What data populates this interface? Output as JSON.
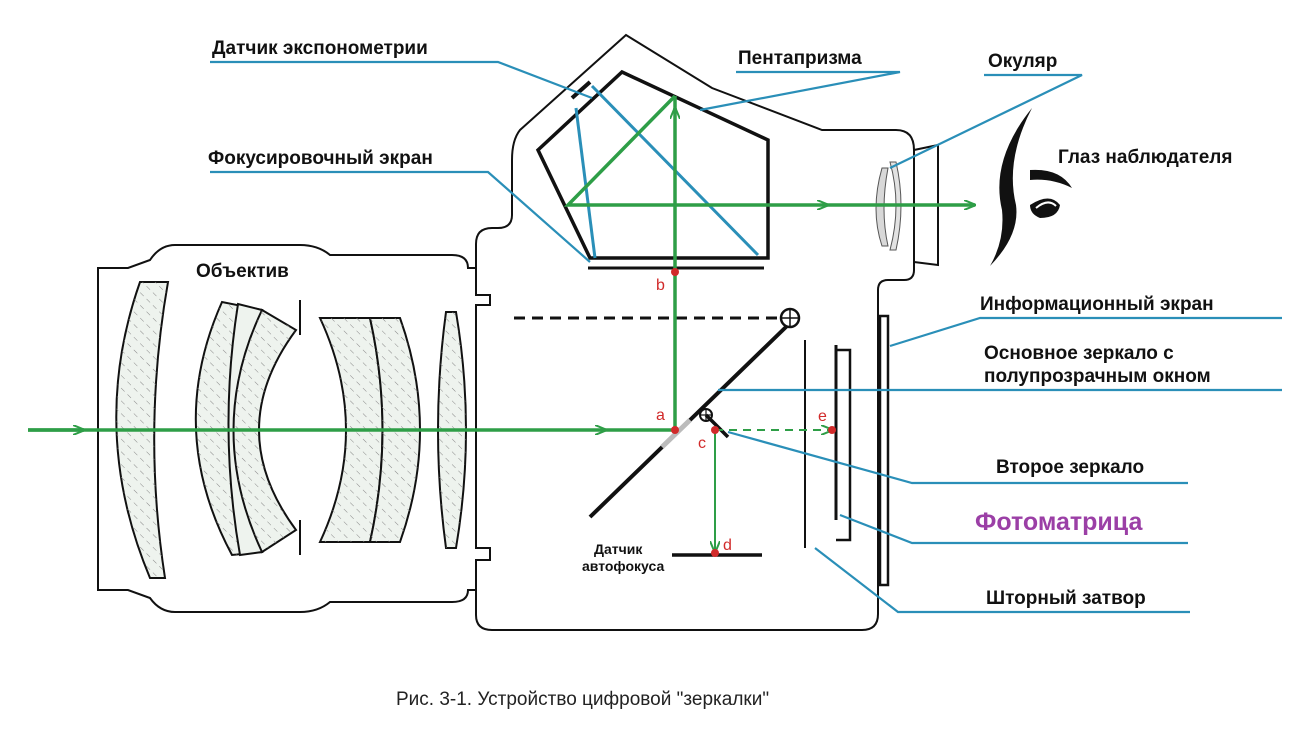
{
  "labels": {
    "meter_sensor": "Датчик экспонометрии",
    "pentaprism": "Пентапризма",
    "eyepiece": "Окуляр",
    "focus_screen": "Фокусировочный экран",
    "observer_eye": "Глаз наблюдателя",
    "lens": "Объектив",
    "info_screen": "Информационный экран",
    "main_mirror_line1": "Основное зеркало с",
    "main_mirror_line2": "полупрозрачным окном",
    "second_mirror": "Второе зеркало",
    "sensor": "Фотоматрица",
    "shutter": "Шторный затвор",
    "af_sensor_line1": "Датчик",
    "af_sensor_line2": "автофокуса"
  },
  "points": {
    "a": "a",
    "b": "b",
    "c": "c",
    "d": "d",
    "e": "e"
  },
  "caption": "Рис. 3-1. Устройство цифровой \"зеркалки\"",
  "colors": {
    "ray": "#2e9e47",
    "leader": "#2a8fb8",
    "point": "#d12a2a",
    "sensor_label": "#9b3fa6",
    "outline": "#111111"
  }
}
